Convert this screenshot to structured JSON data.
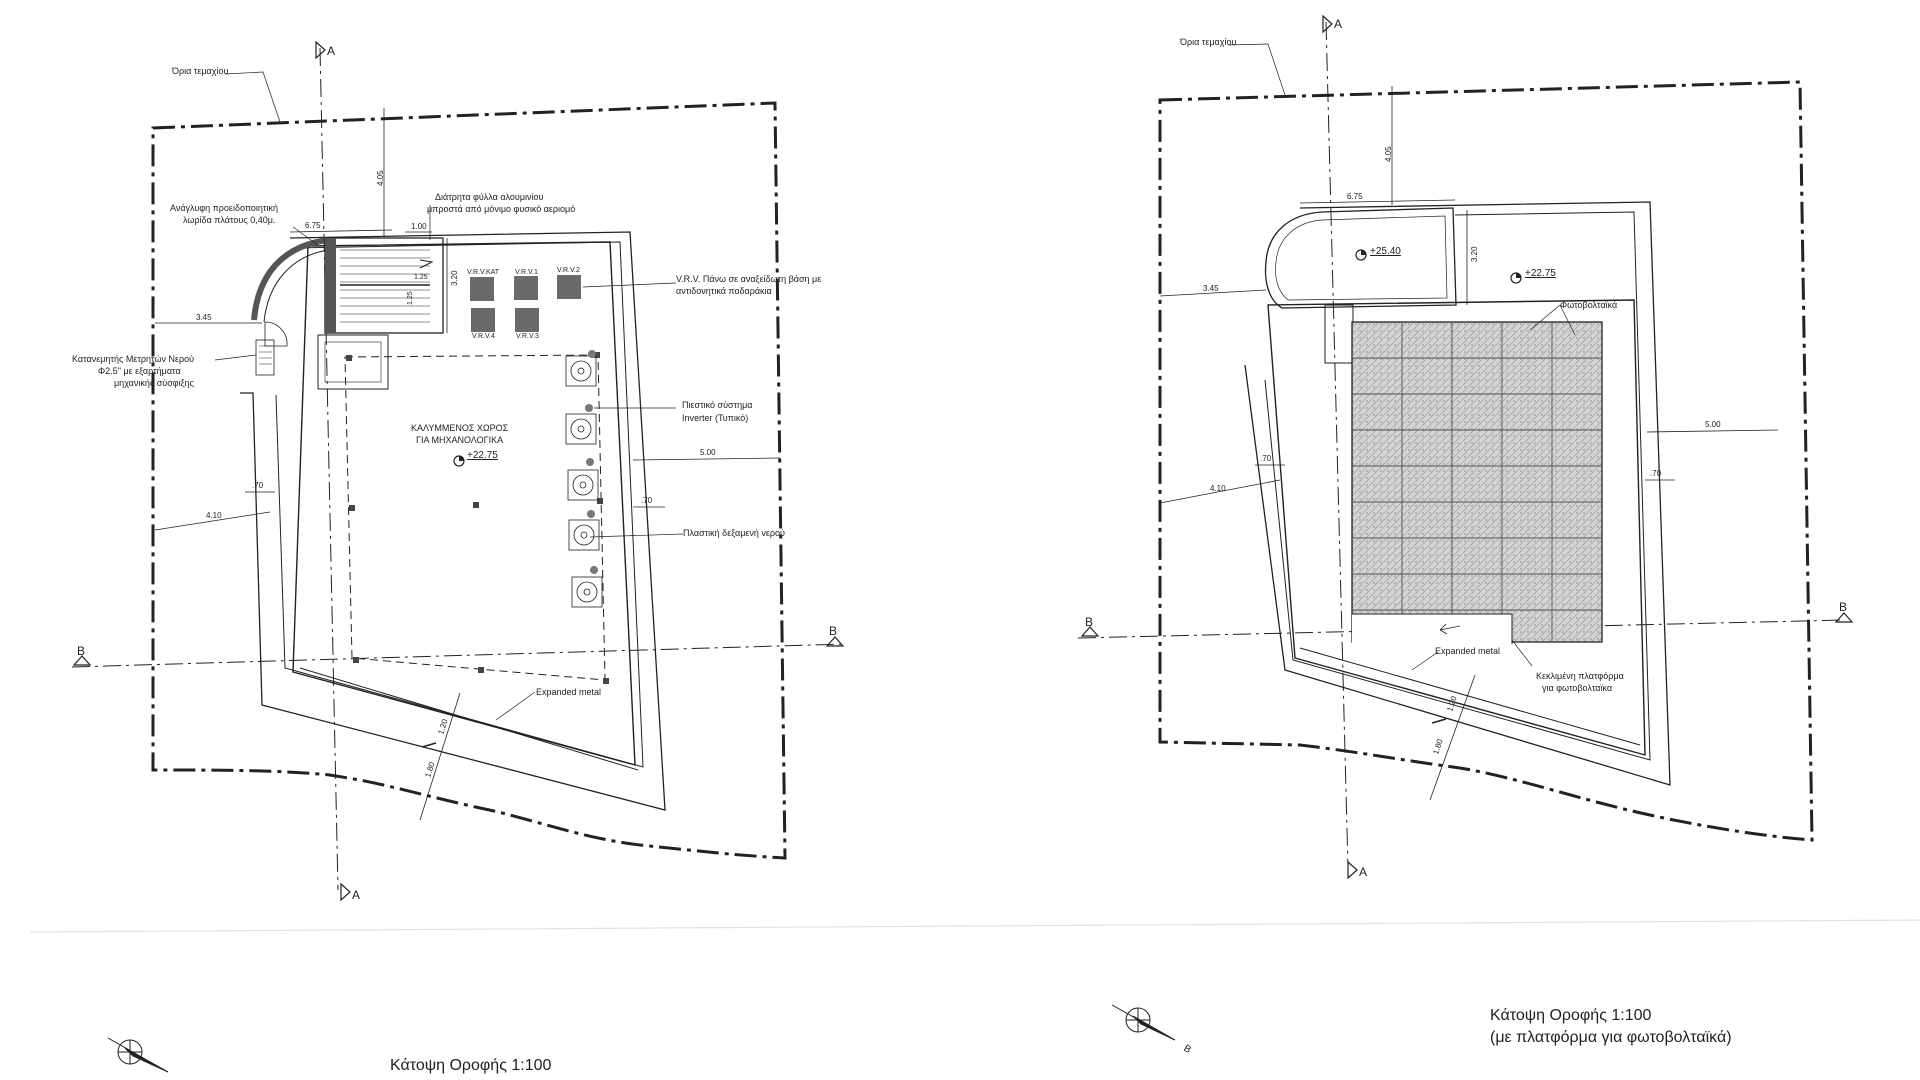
{
  "colors": {
    "ink": "#222222",
    "paper": "#ffffff",
    "panel": "#cfcfcf"
  },
  "common": {
    "parcel_label": "Όρια τεμαχίου",
    "section_a": "A",
    "section_b": "B",
    "expanded_metal": "Expanded metal",
    "north_label": "B"
  },
  "left_plan": {
    "dims": {
      "top_offset": "4.05",
      "width_top": "6.75",
      "stair_width": "1.00",
      "side_320": "3.20",
      "left_offset": "3.45",
      "right_offset": "5.00",
      "west_offset": "4.10",
      "rail_070_w": ".70",
      "rail_070_e": ".70",
      "d_125_a": "1.25",
      "d_125_b": "1.25",
      "bottom_120": "1.20",
      "bottom_180": "1.80"
    },
    "notes": {
      "alu_line1": "Διάτρητα φύλλα αλουμινίου",
      "alu_line2": "μπροστά από μόνιμο φυσικό αεριομό",
      "relief_line1": "Ανάγλυφη προειδοποιητική",
      "relief_line2": "λωρίδα πλάτους 0,40μ.",
      "vrv_line1": "V.R.V. Πάνω σε αναξείδωτη βάση με",
      "vrv_line2": "αντιδονητικά ποδαράκια",
      "meter_line1": "Κατανεμητής Μετρητών Νερού",
      "meter_line2": "Φ2.5\" με εξαρτήματα",
      "meter_line3": "μηχανικής σύσφιξης",
      "pump_line1": "Πιεστικό σύστημα",
      "pump_line2": "Inverter (Τυπικό)",
      "tank": "Πλαστική δεξαμενή νερού",
      "covered_line1": "ΚΑΛΥΜΜΕΝΟΣ ΧΩΡΟΣ",
      "covered_line2": "ΓΙΑ ΜΗΧΑΝΟΛΟΓΙΚΑ",
      "level": "+22.75"
    },
    "vrv": [
      "V.R.V.KAT",
      "V.R.V.1",
      "V.R.V.2",
      "V.R.V.4",
      "V.R.V.3"
    ],
    "caption": "Κάτοψη Οροφής 1:100"
  },
  "right_plan": {
    "dims": {
      "top_offset": "4.05",
      "width_top": "6.75",
      "side_320": "3.20",
      "left_offset": "3.45",
      "right_offset": "5.00",
      "west_offset": "4.10",
      "rail_070_w": ".70",
      "rail_070_e": ".70",
      "bottom_120": "1.20",
      "bottom_180": "1.80"
    },
    "notes": {
      "pv": "Φωτοβολταϊκά",
      "inclined_line1": "Κεκλιμένη πλατφόρμα",
      "inclined_line2": "για φωτοβολταϊκα",
      "level_high": "+25.40",
      "level": "+22.75"
    },
    "caption_line1": "Κάτοψη Οροφής 1:100",
    "caption_line2": "(με πλατφόρμα για φωτοβολταϊκά)"
  }
}
